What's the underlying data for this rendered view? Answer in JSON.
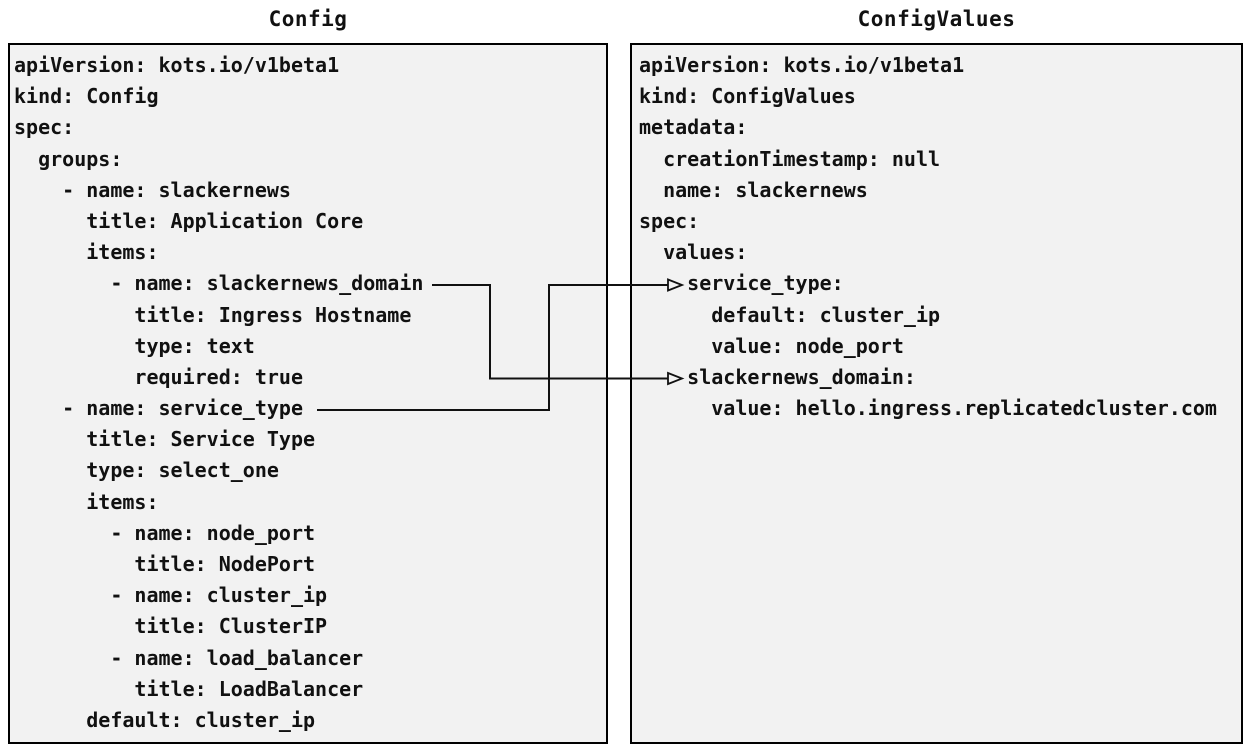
{
  "diagram": {
    "config_box": {
      "title": "Config",
      "lines": [
        "apiVersion: kots.io/v1beta1",
        "kind: Config",
        "spec:",
        "  groups:",
        "    - name: slackernews",
        "      title: Application Core",
        "      items:",
        "        - name: slackernews_domain",
        "          title: Ingress Hostname",
        "          type: text",
        "          required: true",
        "    - name: service_type",
        "      title: Service Type",
        "      type: select_one",
        "      items:",
        "        - name: node_port",
        "          title: NodePort",
        "        - name: cluster_ip",
        "          title: ClusterIP",
        "        - name: load_balancer",
        "          title: LoadBalancer",
        "      default: cluster_ip"
      ]
    },
    "configvalues_box": {
      "title": "ConfigValues",
      "lines": [
        "apiVersion: kots.io/v1beta1",
        "kind: ConfigValues",
        "metadata:",
        "  creationTimestamp: null",
        "  name: slackernews",
        "spec:",
        "  values:",
        "    service_type:",
        "      default: cluster_ip",
        "      value: node_port",
        "    slackernews_domain:",
        "      value: hello.ingress.replicatedcluster.com"
      ]
    },
    "connections": [
      {
        "from": "name: slackernews_domain",
        "to": "slackernews_domain:"
      },
      {
        "from": "name: service_type",
        "to": "service_type:"
      }
    ],
    "colors": {
      "box_background": "#f2f2f2",
      "box_border": "#000000",
      "text": "#111111",
      "arrow": "#111111"
    }
  }
}
